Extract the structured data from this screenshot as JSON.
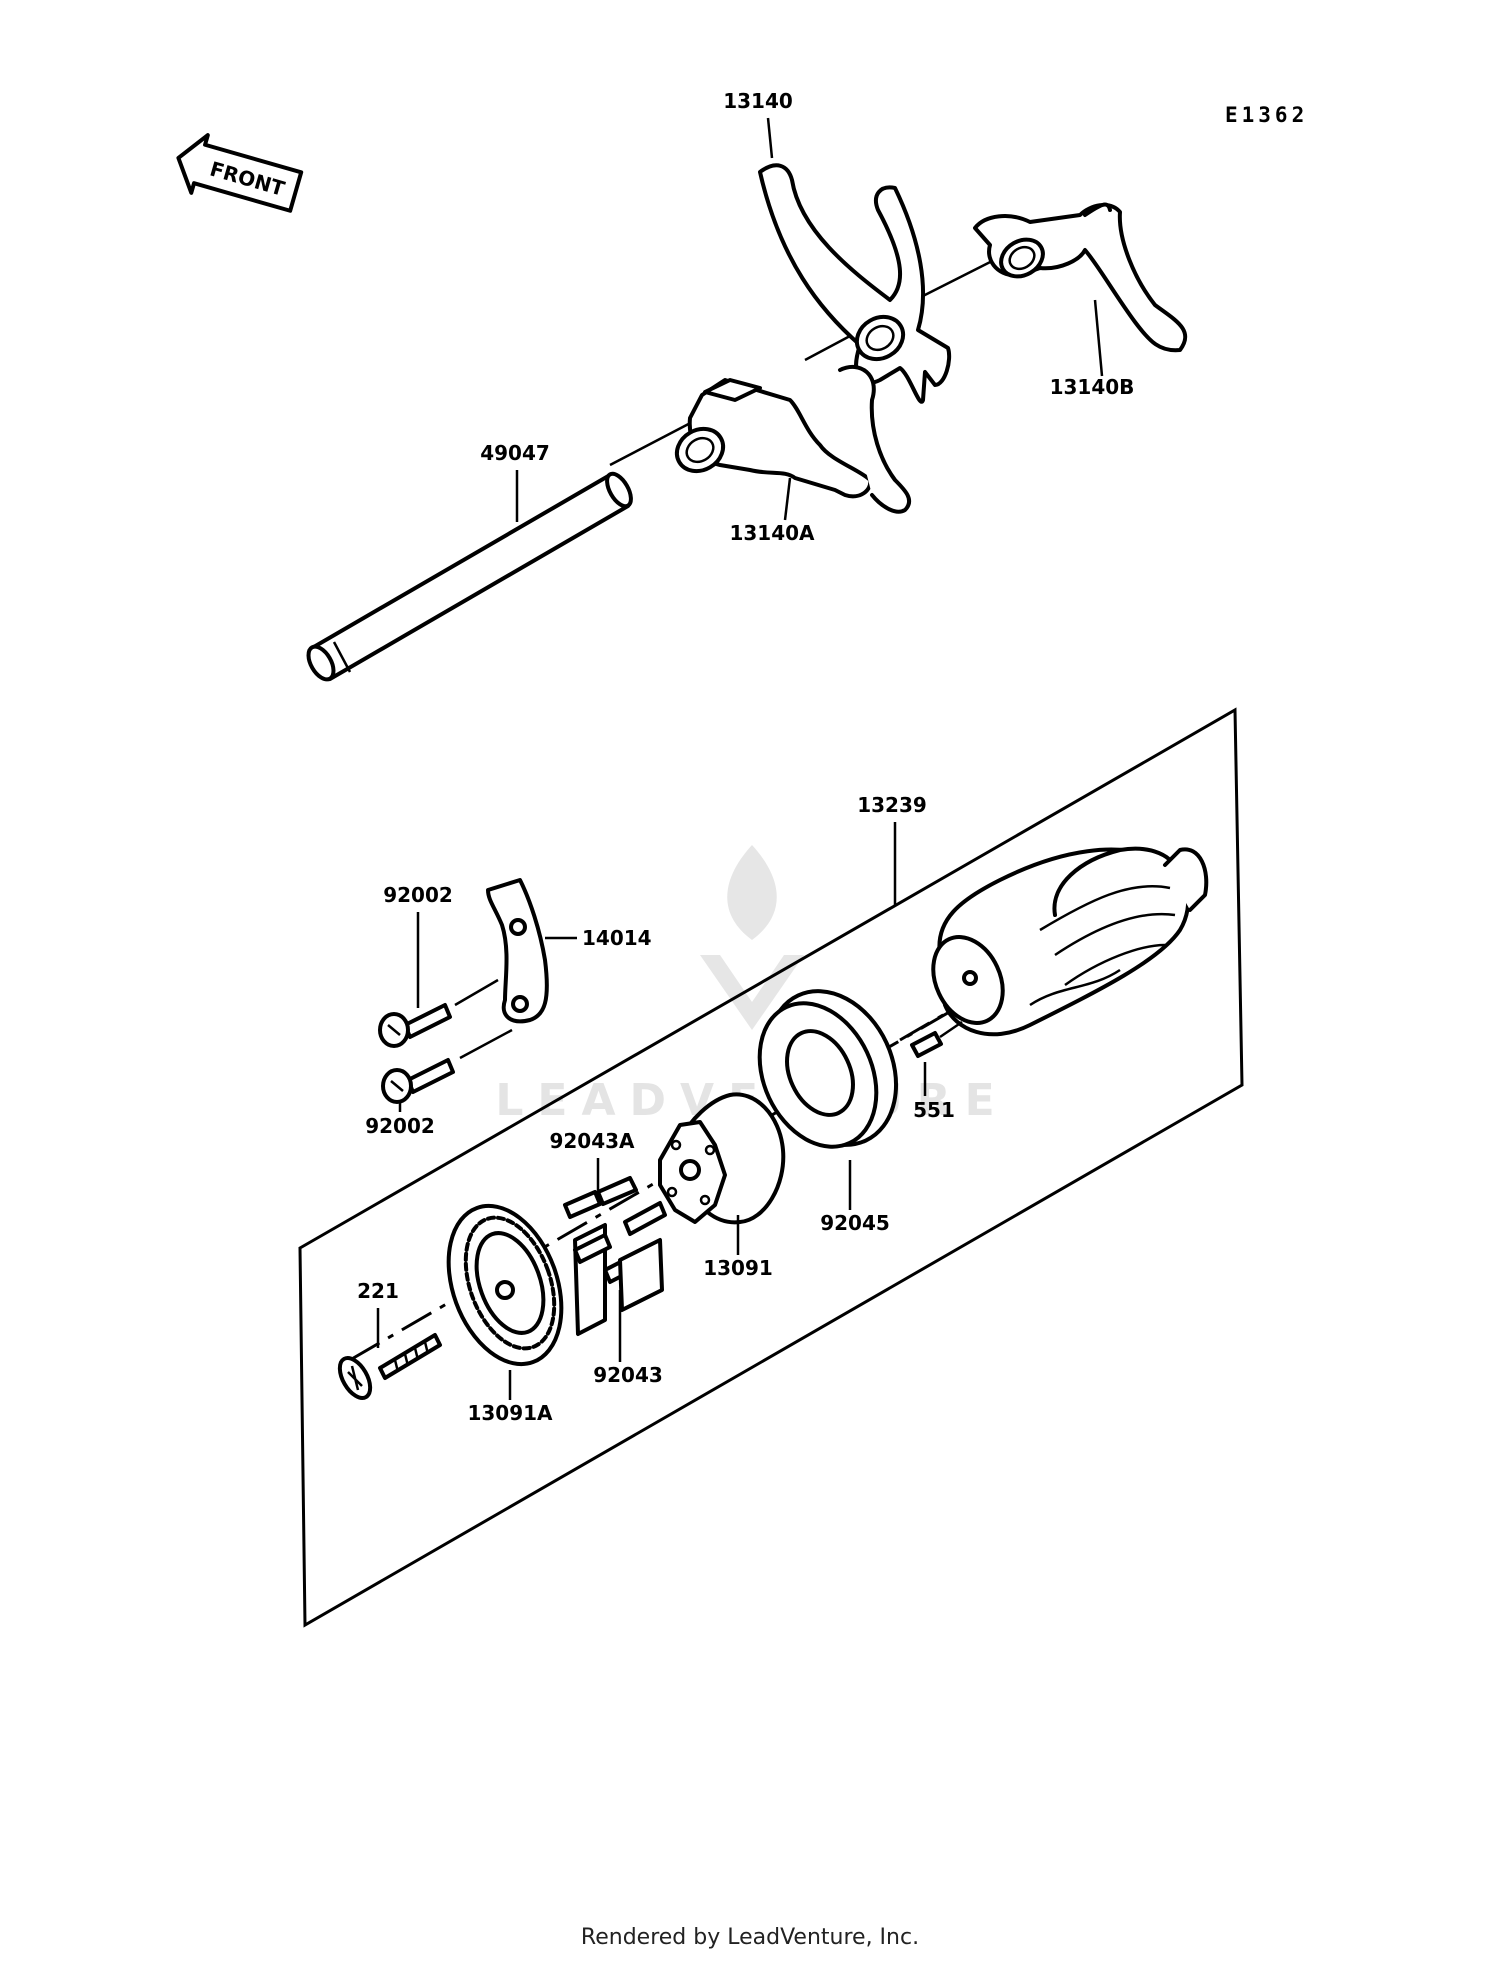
{
  "diagram_code": "E1362",
  "front_label": "FRONT",
  "labels": {
    "fork_upper": "13140",
    "fork_right": "13140B",
    "fork_lower": "13140A",
    "shaft": "49047",
    "drum_group": "13239",
    "bolt_top": "92002",
    "bolt_bottom": "92002",
    "plate": "14014",
    "pin_drum": "551",
    "pins_a": "92043A",
    "pins": "92043",
    "bearing": "92045",
    "cam": "13091",
    "screw": "221",
    "cam_plate": "13091A"
  },
  "watermark": "LEADVENTURE",
  "footer": "Rendered by LeadVenture, Inc."
}
